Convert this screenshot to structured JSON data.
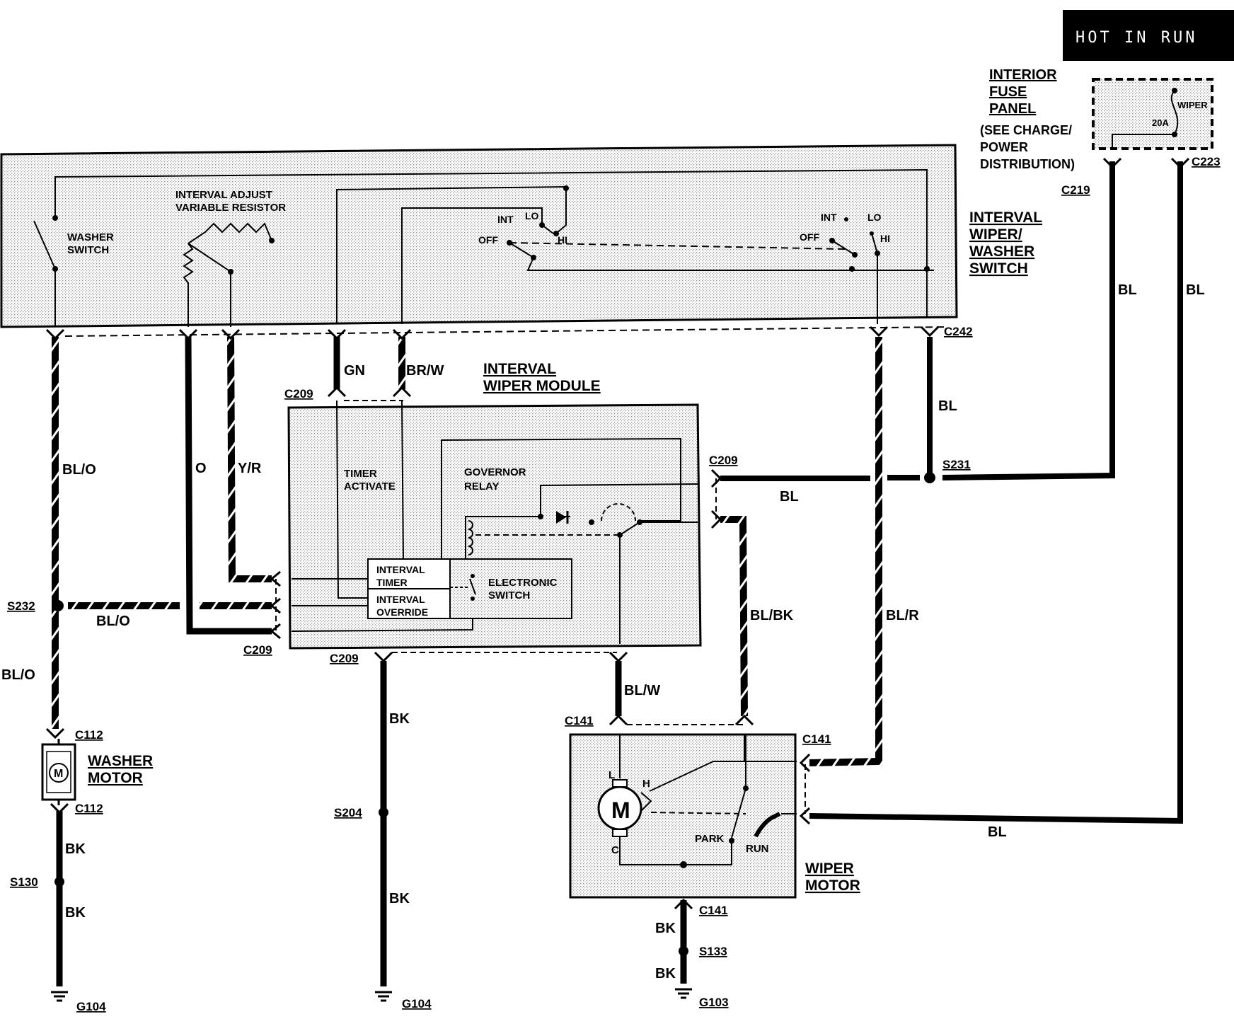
{
  "hot_in_run": "HOT IN RUN",
  "fuse_panel": {
    "title1": "INTERIOR",
    "title2": "FUSE",
    "title3": "PANEL",
    "note1": "(SEE CHARGE/",
    "note2": "POWER",
    "note3": "DISTRIBUTION)",
    "fuse_name": "WIPER",
    "fuse_rating": "20A"
  },
  "switch": {
    "title1": "INTERVAL",
    "title2": "WIPER/",
    "title3": "WASHER",
    "title4": "SWITCH",
    "washer1": "WASHER",
    "washer2": "SWITCH",
    "resistor1": "INTERVAL ADJUST",
    "resistor2": "VARIABLE RESISTOR",
    "int": "INT",
    "lo": "LO",
    "off": "OFF",
    "hi": "HI"
  },
  "module": {
    "title1": "INTERVAL",
    "title2": "WIPER MODULE",
    "timer_activate1": "TIMER",
    "timer_activate2": "ACTIVATE",
    "governor1": "GOVERNOR",
    "governor2": "RELAY",
    "interval_timer1": "INTERVAL",
    "interval_timer2": "TIMER",
    "interval_override1": "INTERVAL",
    "interval_override2": "OVERRIDE",
    "esw1": "ELECTRONIC",
    "esw2": "SWITCH"
  },
  "washer_motor": {
    "title1": "WASHER",
    "title2": "MOTOR",
    "symbol": "M"
  },
  "wiper_motor": {
    "title1": "WIPER",
    "title2": "MOTOR",
    "symbol": "M",
    "l": "L",
    "h": "H",
    "c": "C",
    "park": "PARK",
    "run": "RUN"
  },
  "connectors": {
    "c219": "C219",
    "c223": "C223",
    "c242": "C242",
    "c209": "C209",
    "c112": "C112",
    "c141": "C141"
  },
  "splices": {
    "s232": "S232",
    "s231": "S231",
    "s204": "S204",
    "s130": "S130",
    "s133": "S133"
  },
  "grounds": {
    "g104": "G104",
    "g103": "G103"
  },
  "wires": {
    "bl": "BL",
    "bl_o": "BL/O",
    "o": "O",
    "y_r": "Y/R",
    "gn": "GN",
    "br_w": "BR/W",
    "bl_bk": "BL/BK",
    "bl_r": "BL/R",
    "bl_w": "BL/W",
    "bk": "BK"
  }
}
